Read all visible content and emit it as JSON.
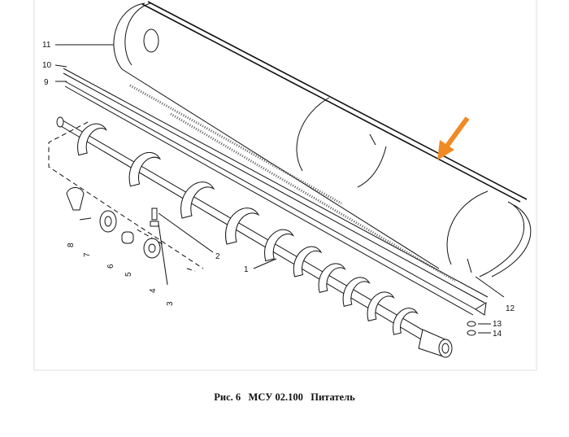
{
  "figure": {
    "caption": {
      "fig": "Рис. 6",
      "code": "МСУ 02.100",
      "title": "Питатель"
    },
    "part_labels": [
      "1",
      "2",
      "3",
      "4",
      "5",
      "6",
      "7",
      "8",
      "9",
      "10",
      "11",
      "12",
      "13",
      "14"
    ],
    "arrow_color": "#f08a24"
  }
}
